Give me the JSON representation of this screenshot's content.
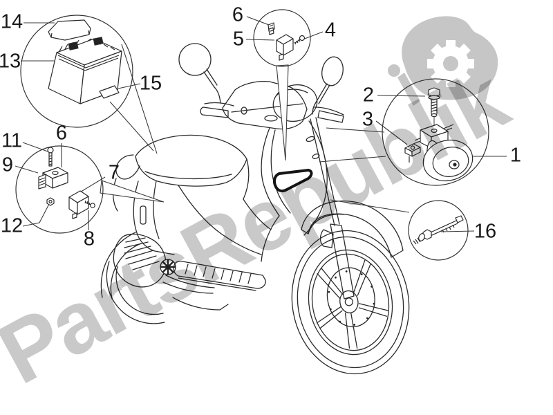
{
  "diagram": {
    "description_watermark": "PartsRepublik",
    "logo": {
      "icon": "gear-icon"
    },
    "colors": {
      "background": "#ffffff",
      "line": "#2a2a2a",
      "watermark": "#c9c9c9",
      "logo_gray": "#c6c6c6",
      "vent_outline": "#151515"
    },
    "callouts": [
      {
        "part": "1"
      },
      {
        "part": "2"
      },
      {
        "part": "3"
      },
      {
        "part": "4"
      },
      {
        "part": "5"
      },
      {
        "part": "6"
      },
      {
        "part": "6"
      },
      {
        "part": "7"
      },
      {
        "part": "8"
      },
      {
        "part": "9"
      },
      {
        "part": "11"
      },
      {
        "part": "12"
      },
      {
        "part": "13"
      },
      {
        "part": "14"
      },
      {
        "part": "15"
      },
      {
        "part": "16"
      }
    ]
  }
}
